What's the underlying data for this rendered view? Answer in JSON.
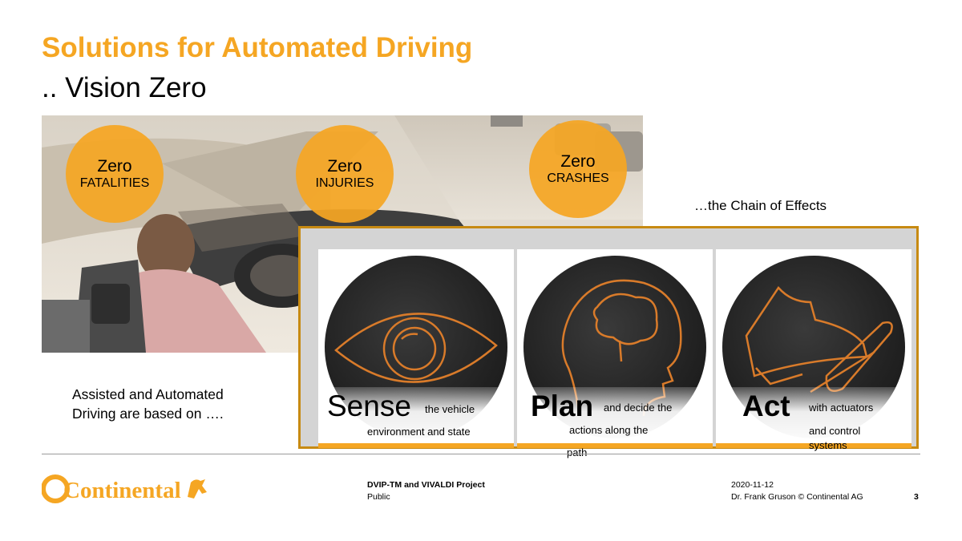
{
  "slide": {
    "title": "Solutions for Automated Driving",
    "subtitle": ".. Vision Zero"
  },
  "zero_circles": [
    {
      "big": "Zero",
      "small": "FATALITIES"
    },
    {
      "big": "Zero",
      "small": "INJURIES"
    },
    {
      "big": "Zero",
      "small": "CRASHES"
    }
  ],
  "chain": {
    "label": "…the Chain of Effects",
    "steps": [
      {
        "word": "Sense",
        "line1": "the vehicle",
        "line2": "environment and state",
        "icon": "eye-icon"
      },
      {
        "word": "Plan",
        "line1": "and decide the",
        "line2": "actions along the",
        "line3": "path",
        "icon": "head-icon"
      },
      {
        "word": "Act",
        "line1": "with actuators",
        "line2": "and control",
        "line3": "systems",
        "icon": "shoe-icon"
      }
    ]
  },
  "assisted_text": "Assisted and Automated  Driving are based on ….",
  "footer": {
    "logo": "Continental",
    "project": "DVIP-TM and VIVALDI Project",
    "classification": "Public",
    "date": "2020-11-12",
    "author": "Dr. Frank Gruson © Continental AG",
    "page": "3"
  },
  "colors": {
    "accent": "#f5a623",
    "frame": "#c78a12",
    "wire": "#d97b2a"
  }
}
